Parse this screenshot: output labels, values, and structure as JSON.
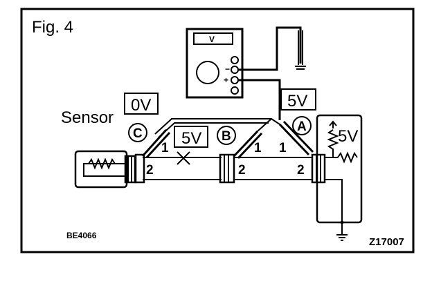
{
  "figure": {
    "title": "Fig. 4"
  },
  "labels": {
    "sensor": "Sensor",
    "tag_a": "A",
    "tag_b": "B",
    "tag_c": "C",
    "voltage_c": "0V",
    "voltage_b": "5V",
    "voltage_a": "5V",
    "voltage_source": "5V",
    "pin1_c": "1",
    "pin2_c": "2",
    "pin1_b": "1",
    "pin2_b": "2",
    "pin1_a": "1",
    "pin2_a": "2",
    "meter_display": "V",
    "meter_minus": "−",
    "meter_plus": "+"
  },
  "codes": {
    "left": "BE4066",
    "right": "Z17007"
  }
}
